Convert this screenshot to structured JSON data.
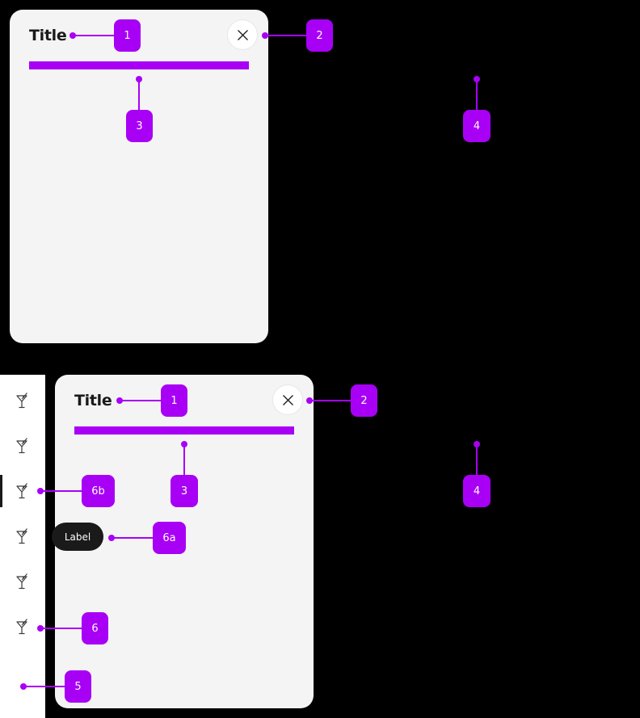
{
  "colors": {
    "annotation": "#a800f5",
    "panel": "#f5f4f5",
    "tooltip": "#1a1a1a"
  },
  "top_panel": {
    "title": "Title",
    "close_icon": "close-x-icon"
  },
  "bottom_panel": {
    "title": "Title",
    "close_icon": "close-x-icon"
  },
  "rail": {
    "icon": "cocktail-glass-icon",
    "items": [
      {
        "state": "default"
      },
      {
        "state": "default"
      },
      {
        "state": "selected"
      },
      {
        "state": "hover"
      },
      {
        "state": "default"
      },
      {
        "state": "default"
      }
    ],
    "tooltip_label": "Label"
  },
  "callouts": {
    "top": [
      "1",
      "2",
      "3",
      "4"
    ],
    "bottom": [
      "1",
      "2",
      "3",
      "4",
      "6b",
      "6a",
      "6",
      "5"
    ]
  }
}
